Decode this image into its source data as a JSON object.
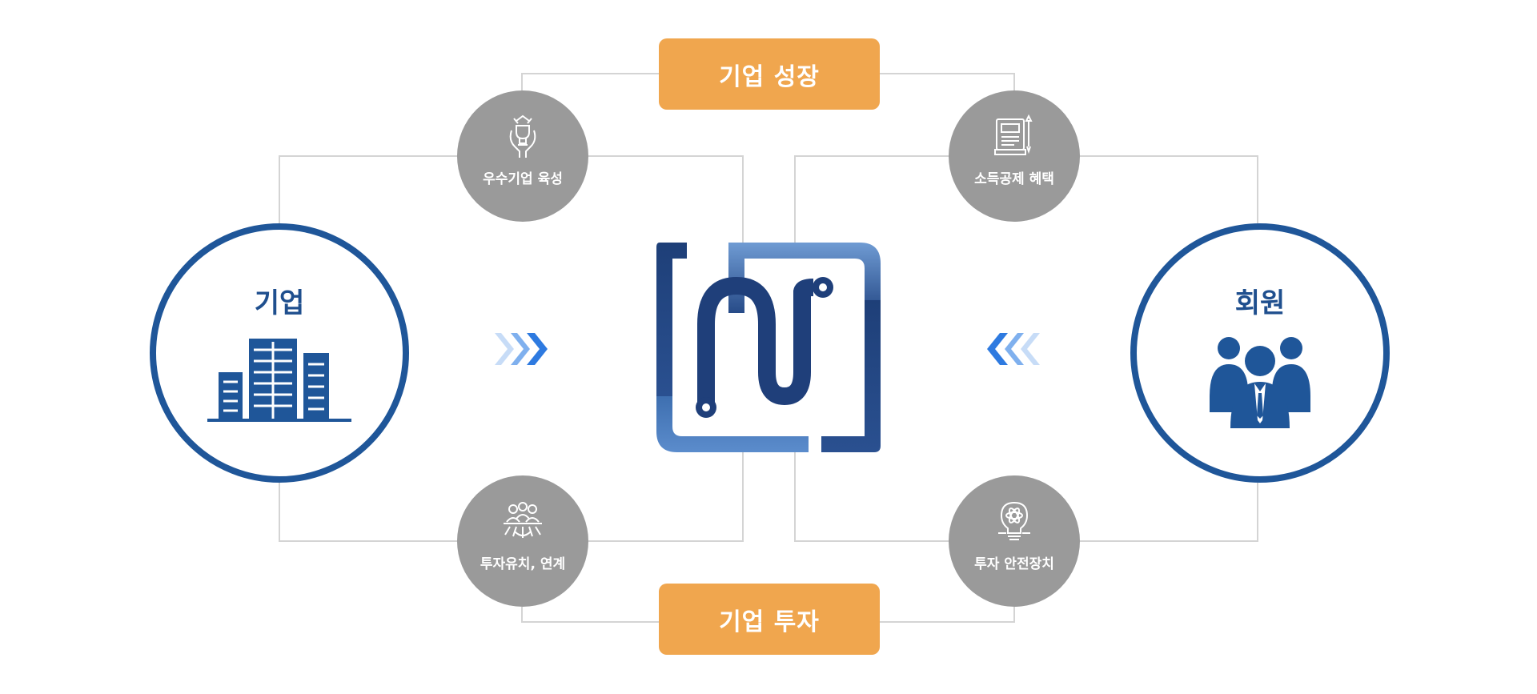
{
  "top_pill": {
    "label": "기업 성장"
  },
  "bottom_pill": {
    "label": "기업 투자"
  },
  "benefits": {
    "top_left": {
      "label": "우수기업 육성",
      "icon": "trophy-hands-icon"
    },
    "top_right": {
      "label": "소득공제 혜택",
      "icon": "ledger-book-icon"
    },
    "bottom_left": {
      "label": "투자유치, 연계",
      "icon": "audience-crowd-icon"
    },
    "bottom_right": {
      "label": "투자 안전장치",
      "icon": "lightbulb-atom-icon"
    }
  },
  "parties": {
    "left": {
      "title": "기업",
      "icon": "office-buildings-icon"
    },
    "right": {
      "title": "회원",
      "icon": "people-group-icon"
    }
  },
  "colors": {
    "accent_orange": "#f0a64e",
    "circle_gray": "#9a9a9a",
    "brand_navy": "#1f4f8e",
    "brand_blue": "#4a7bbd",
    "connector_line": "#d0d0d0",
    "chevron_light": "#c7dcf7",
    "chevron_dark": "#2e7ae0"
  }
}
